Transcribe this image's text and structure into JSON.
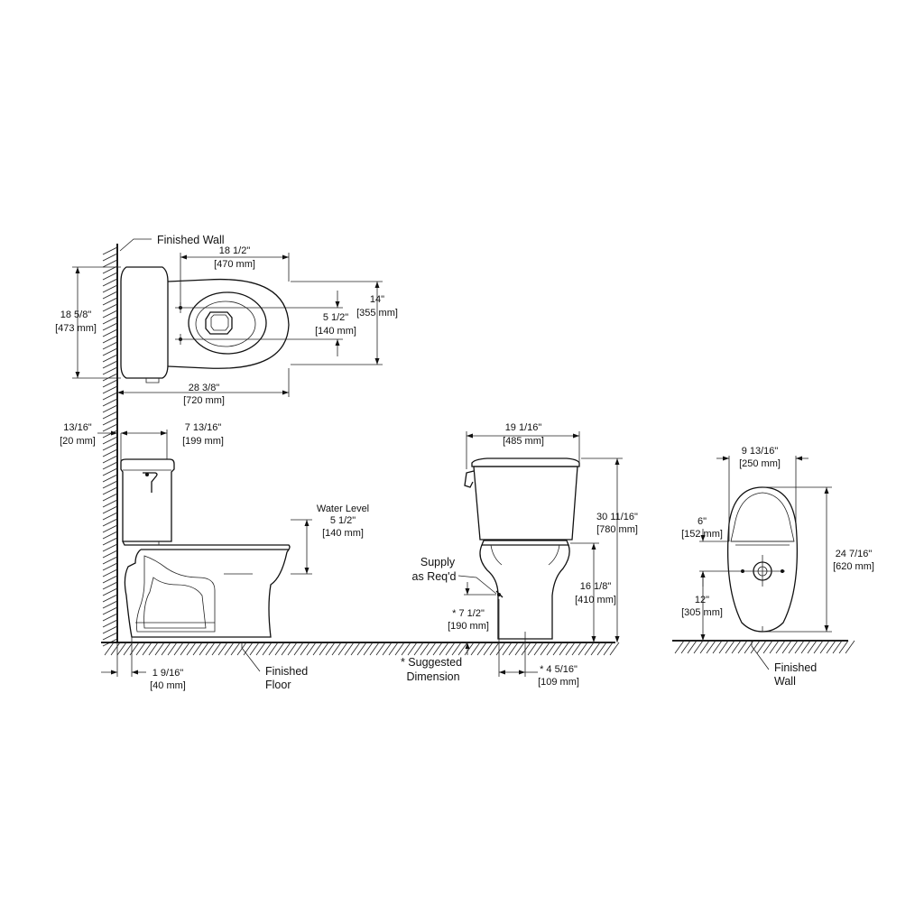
{
  "callouts": {
    "finished_wall_top": "Finished Wall",
    "water_level": [
      "Water Level",
      "5 1/2\"",
      "[140 mm]"
    ],
    "supply": [
      "Supply",
      "as Req'd"
    ],
    "suggested": [
      "* Suggested",
      "Dimension"
    ],
    "finished_floor": [
      "Finished",
      "Floor"
    ],
    "finished_wall_right": [
      "Finished",
      "Wall"
    ]
  },
  "dimensions": {
    "top_width": [
      "18 1/2\"",
      "[470 mm]"
    ],
    "top_depth": [
      "18 5/8\"",
      "[473 mm]"
    ],
    "top_height_right": [
      "14\"",
      "[355 mm]"
    ],
    "top_inner": [
      "5 1/2\"",
      "[140 mm]"
    ],
    "top_length": [
      "28 3/8\"",
      "[720 mm]"
    ],
    "wall_gap": [
      "13/16\"",
      "[20 mm]"
    ],
    "tank_depth": [
      "7 13/16\"",
      "[199 mm]"
    ],
    "rough_in": [
      "1 9/16\"",
      "[40 mm]"
    ],
    "front_width": [
      "19 1/16\"",
      "[485 mm]"
    ],
    "front_total_height": [
      "30 11/16\"",
      "[780 mm]"
    ],
    "seat_height": [
      "16 1/8\"",
      "[410 mm]"
    ],
    "supply_height": [
      "* 7 1/2\"",
      "[190 mm]"
    ],
    "supply_offset": [
      "* 4 5/16\"",
      "[109 mm]"
    ],
    "plan_width": [
      "9 13/16\"",
      "[250 mm]"
    ],
    "plan_length": [
      "24 7/16\"",
      "[620 mm]"
    ],
    "plan_6": [
      "6\"",
      "[152 mm]"
    ],
    "plan_12": [
      "12\"",
      "[305 mm]"
    ]
  }
}
